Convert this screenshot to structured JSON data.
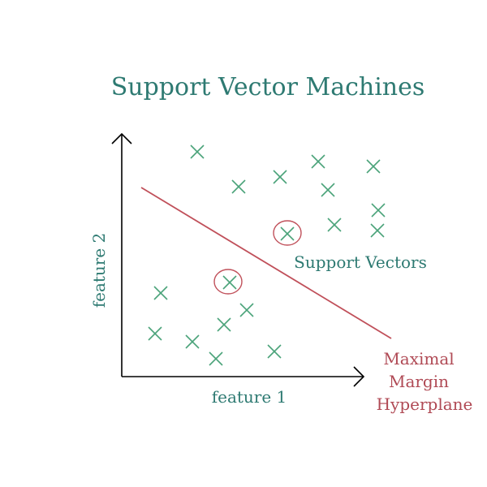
{
  "title": "Support Vector Machines",
  "x_axis_label": "feature 1",
  "y_axis_label": "feature 2",
  "support_vectors_label": "Support Vectors",
  "hyperplane_label_lines": [
    "Maximal",
    "Margin",
    "Hyperplane"
  ],
  "colors": {
    "title": "#2e7a72",
    "points": "#4aa37a",
    "hyperplane": "#c0505a",
    "support_circle": "#c0505a",
    "axes": "#000000",
    "hyperplane_text": "#b04a55"
  },
  "point_icon": "x-mark-icon",
  "support_icon": "circle-highlight-icon"
}
